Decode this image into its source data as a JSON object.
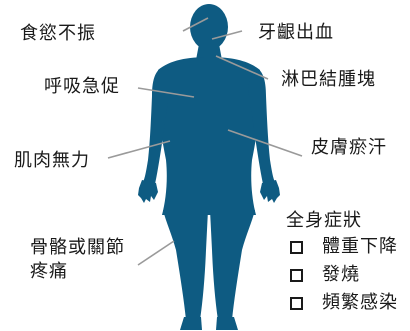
{
  "symptoms": {
    "appetite_loss": "食慾不振",
    "gum_bleeding": "牙齦出血",
    "lymph_swelling": "淋巴結腫塊",
    "breathlessness": "呼吸急促",
    "skin_bruising": "皮膚瘀汗",
    "muscle_weakness": "肌肉無力",
    "bone_pain_line1": "骨骼或關節",
    "bone_pain_line2": "疼痛"
  },
  "systemic": {
    "heading": "全身症狀",
    "items": [
      {
        "label": "體重下降"
      },
      {
        "label": "發燒"
      },
      {
        "label": "頻繁感染"
      }
    ]
  },
  "colors": {
    "body_fill": "#0e5b82",
    "leader_line": "#9a9a9a",
    "text": "#1a1a1a"
  }
}
